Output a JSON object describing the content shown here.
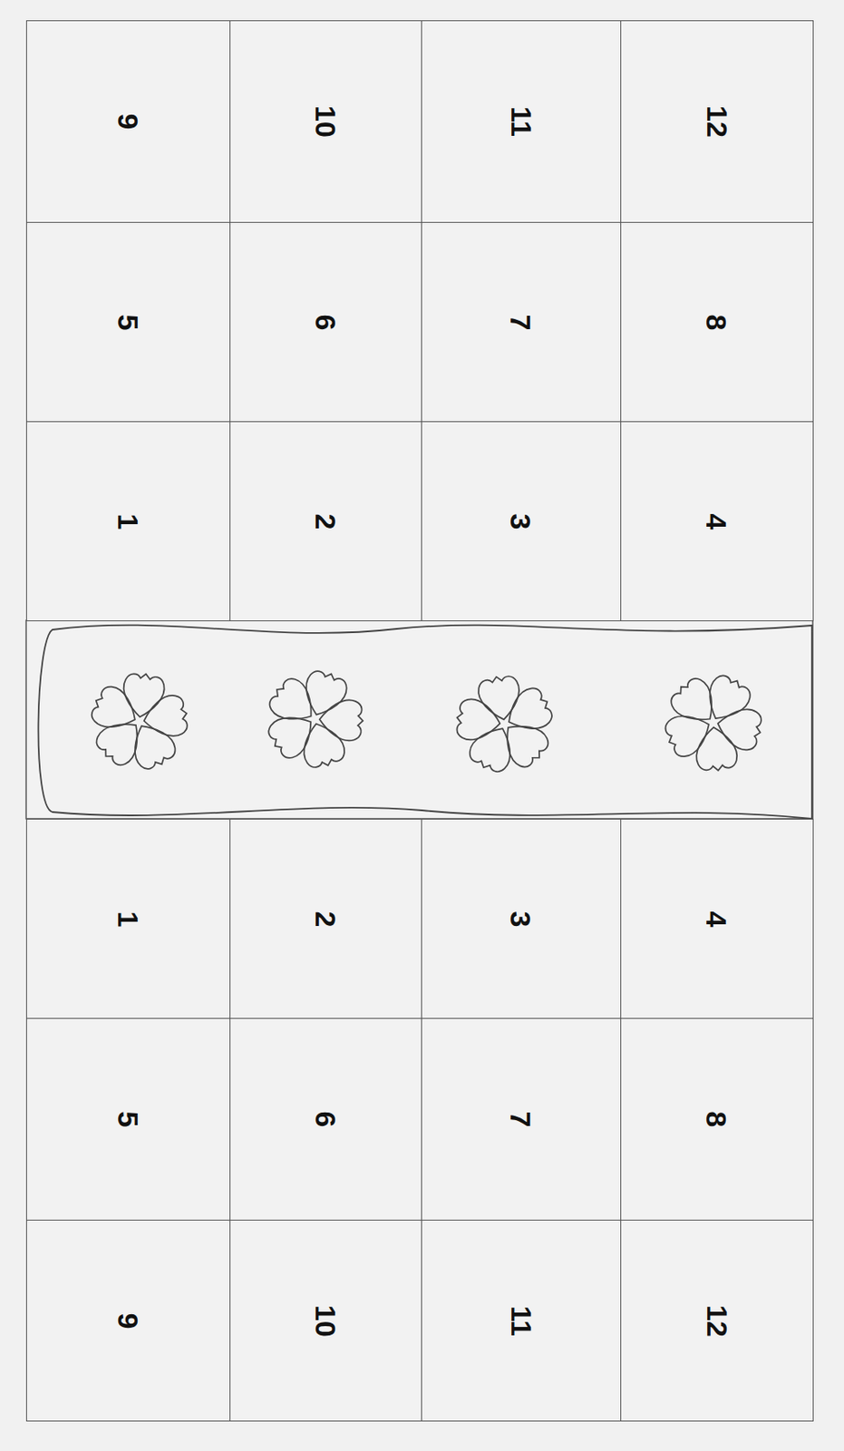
{
  "diagram": {
    "nodes": [
      {
        "text": [
          "9"
        ]
      },
      {
        "text": [
          "10"
        ]
      },
      {
        "text": [
          "11"
        ]
      },
      {
        "text": [
          "12"
        ]
      },
      {
        "text": [
          "5"
        ]
      },
      {
        "text": [
          "6"
        ]
      },
      {
        "text": [
          "7"
        ]
      },
      {
        "text": [
          "8"
        ]
      },
      {
        "text": [
          "1"
        ]
      },
      {
        "text": [
          "2"
        ]
      },
      {
        "text": [
          "3"
        ]
      },
      {
        "text": [
          "4"
        ]
      },
      {
        "text": [
          "1"
        ]
      },
      {
        "text": [
          "2"
        ]
      },
      {
        "text": [
          "3"
        ]
      },
      {
        "text": [
          "4"
        ]
      },
      {
        "text": [
          "5"
        ]
      },
      {
        "text": [
          "6"
        ]
      },
      {
        "text": [
          "7"
        ]
      },
      {
        "text": [
          "8"
        ]
      },
      {
        "text": [
          "9"
        ]
      },
      {
        "text": [
          "10"
        ]
      },
      {
        "text": [
          "11"
        ]
      },
      {
        "text": [
          "12"
        ]
      }
    ]
  }
}
